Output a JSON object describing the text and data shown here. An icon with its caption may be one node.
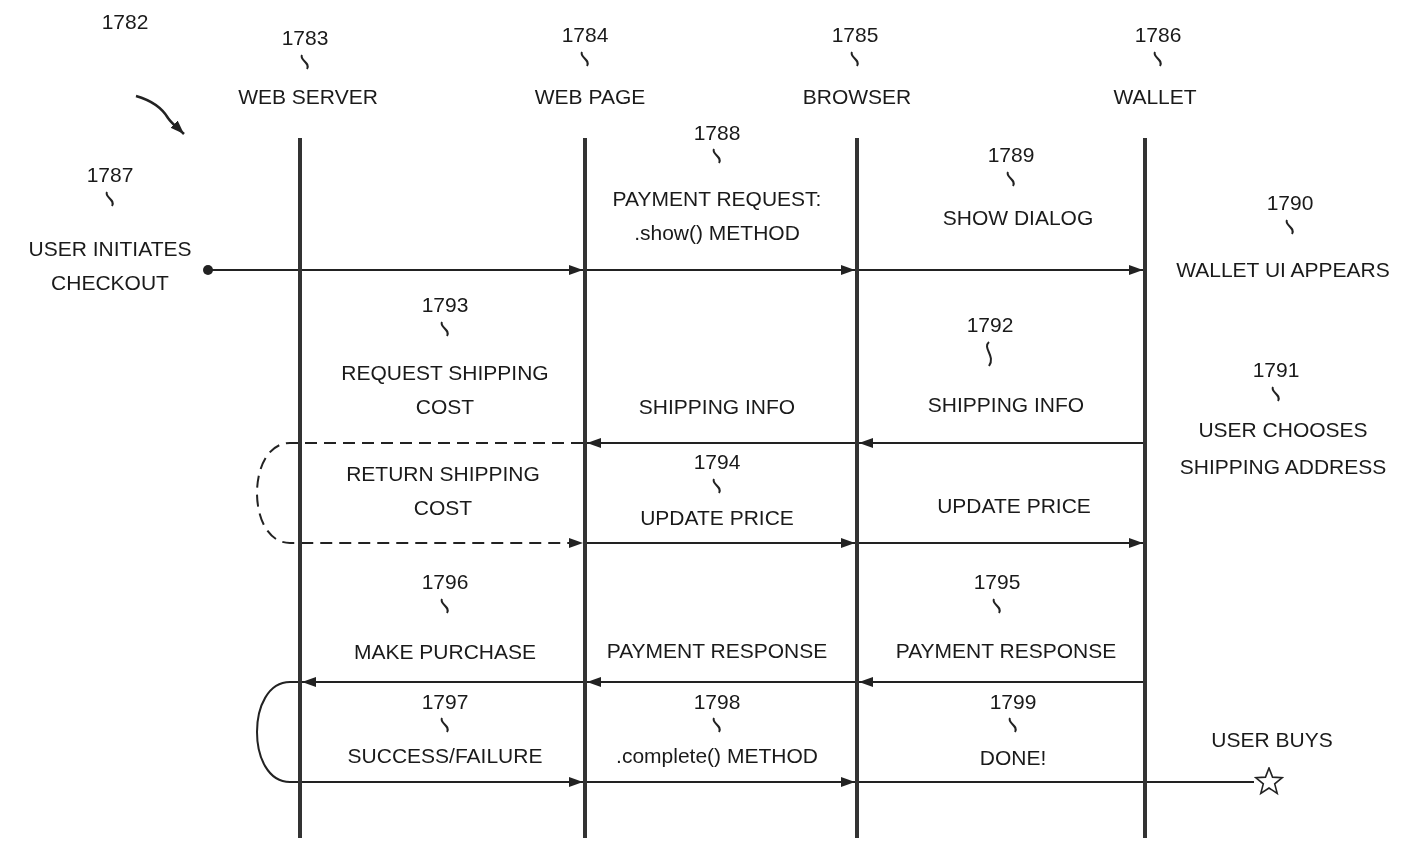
{
  "diagram": {
    "nodes": [
      {
        "text": [
          "USER INITIATES CHECKOUT"
        ],
        "beside": [
          "1787"
        ]
      },
      {
        "text": [],
        "shape": "bar"
      },
      {
        "text": [],
        "shape": "bar"
      },
      {
        "text": [],
        "shape": "bar"
      },
      {
        "text": [],
        "shape": "bar"
      },
      {
        "text": [],
        "shape": "star"
      }
    ],
    "edges": [
      {
        "from": 0,
        "to": 2,
        "arrow": "to"
      },
      {
        "from": 2,
        "to": 3,
        "arrow": "to",
        "label": "PAYMENT REQUEST: .show() METHOD"
      },
      {
        "from": 3,
        "to": 4,
        "arrow": "to",
        "label": "SHOW DIALOG"
      },
      {
        "from": 4,
        "to": 3,
        "arrow": "to",
        "label": "SHIPPING INFO"
      },
      {
        "from": 3,
        "to": 2,
        "arrow": "to",
        "label": "SHIPPING INFO"
      },
      {
        "from": 2,
        "to": 1,
        "arrow": "none",
        "label": "REQUEST SHIPPING COST",
        "style": "dashed"
      },
      {
        "from": 1,
        "to": 2,
        "arrow": "to",
        "label": "RETURN SHIPPING COST",
        "style": "dashed"
      },
      {
        "from": 2,
        "to": 3,
        "arrow": "to",
        "label": "UPDATE PRICE"
      },
      {
        "from": 3,
        "to": 4,
        "arrow": "to",
        "label": "UPDATE PRICE"
      },
      {
        "from": 4,
        "to": 3,
        "arrow": "to",
        "label": "PAYMENT RESPONSE"
      },
      {
        "from": 3,
        "to": 2,
        "arrow": "to",
        "label": "PAYMENT RESPONSE"
      },
      {
        "from": 2,
        "to": 1,
        "arrow": "to",
        "label": "MAKE PURCHASE"
      },
      {
        "from": 1,
        "to": 2,
        "arrow": "to",
        "label": "SUCCESS/FAILURE"
      },
      {
        "from": 2,
        "to": 3,
        "arrow": "to",
        "label": ".complete() METHOD"
      },
      {
        "from": 3,
        "to": 5,
        "arrow": "none",
        "label": "DONE!"
      }
    ],
    "labels": [
      "1782",
      "1783",
      "WEB SERVER",
      "1784",
      "WEB PAGE",
      "1785",
      "BROWSER",
      "1786",
      "WALLET",
      "1788",
      "1789",
      "1790",
      "WALLET UI APPEARS",
      "1793",
      "1792",
      "1791",
      "USER CHOOSES SHIPPING ADDRESS",
      "1794",
      "1796",
      "1795",
      "1797",
      "1798",
      "1799",
      "USER BUYS"
    ]
  }
}
